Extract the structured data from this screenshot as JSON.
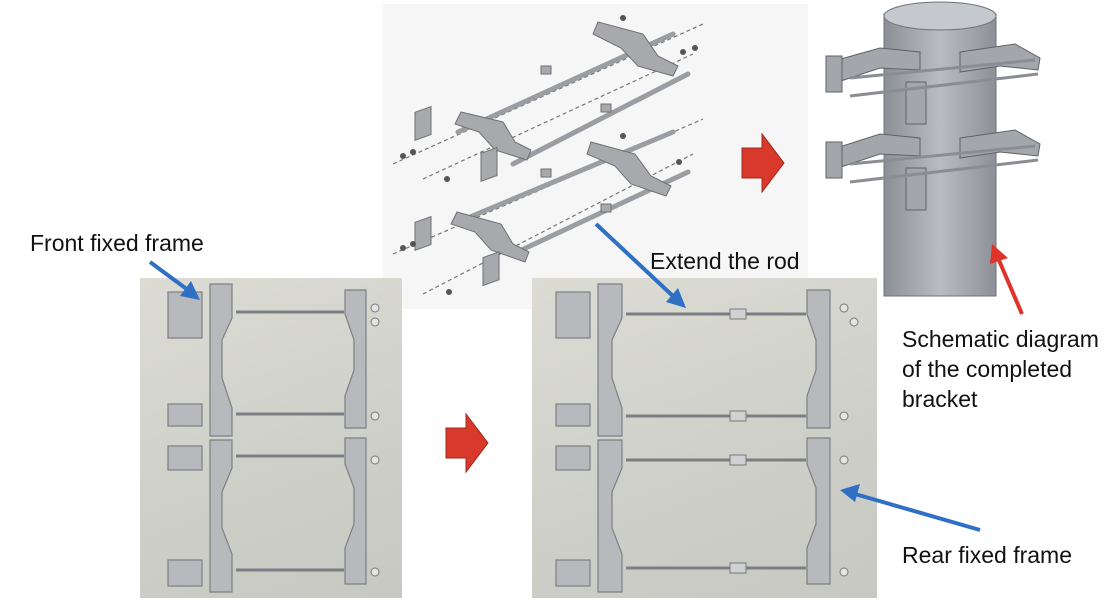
{
  "labels": {
    "front_fixed_frame": "Front fixed frame",
    "extend_rod": "Extend the rod",
    "schematic_line1": "Schematic diagram",
    "schematic_line2": "of the completed",
    "schematic_line3": "bracket",
    "rear_fixed_frame": "Rear fixed frame"
  },
  "colors": {
    "step_arrow": "#d9392b",
    "pointer_blue": "#2f6fc4",
    "pointer_red": "#e0332a",
    "metal": "#a9abae",
    "pole": "#9ea2a8"
  },
  "icons": {
    "step_arrow": "right-arrow-icon"
  }
}
